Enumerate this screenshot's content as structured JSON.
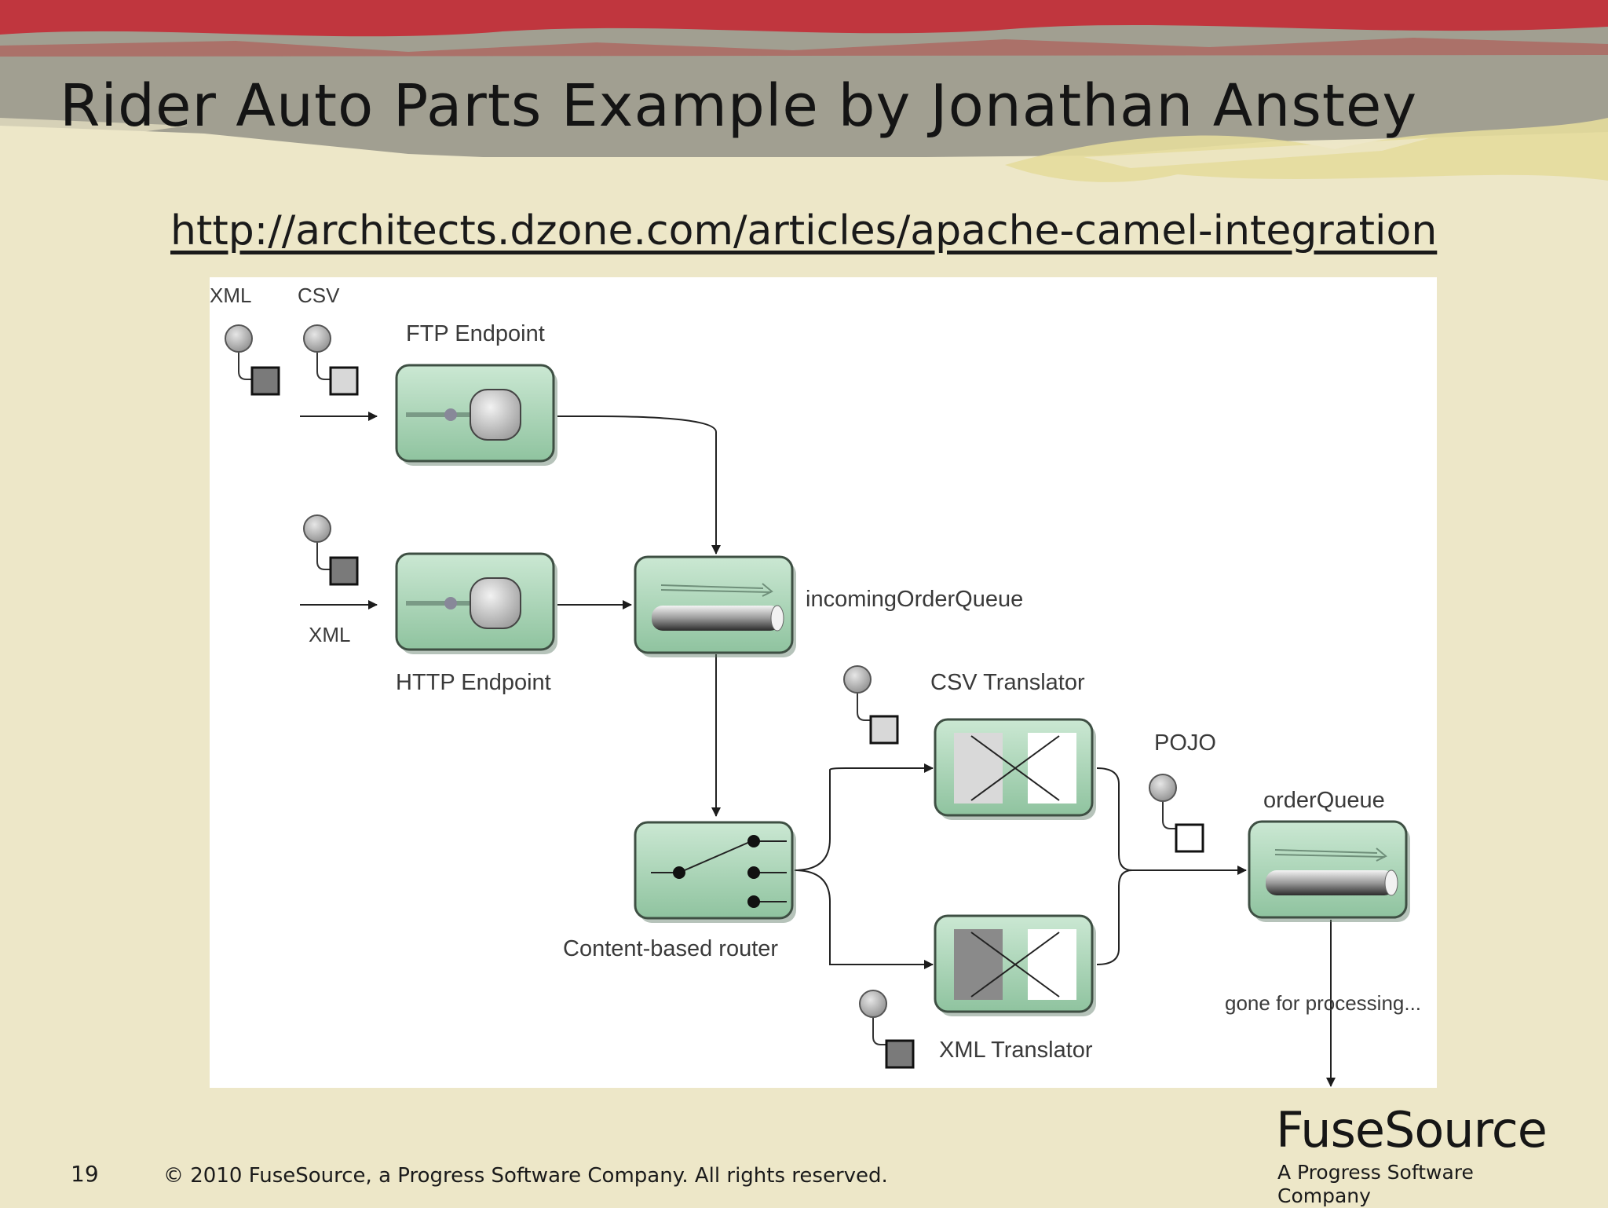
{
  "slide": {
    "title": "Rider Auto Parts Example by Jonathan Anstey",
    "link": "http://architects.dzone.com/articles/apache-camel-integration",
    "page_number": "19",
    "copyright": "© 2010 FuseSource, a Progress Software Company. All rights reserved.",
    "logo": {
      "wordmark": "FuseSource",
      "tagline": "A Progress Software Company"
    },
    "colors": {
      "banner_red": "#c0363e",
      "banner_gray": "#a19f91",
      "background": "#ede7c8",
      "node_green": "#a8d6b8"
    }
  },
  "diagram": {
    "ftp_in_xml": "XML",
    "ftp_in_csv": "CSV",
    "ftp_endpoint": "FTP Endpoint",
    "http_in_xml": "XML",
    "http_endpoint": "HTTP Endpoint",
    "incoming_queue": "incomingOrderQueue",
    "router": "Content-based router",
    "csv_translator": "CSV Translator",
    "xml_translator": "XML Translator",
    "pojo": "POJO",
    "order_queue": "orderQueue",
    "processing": "gone for processing..."
  }
}
